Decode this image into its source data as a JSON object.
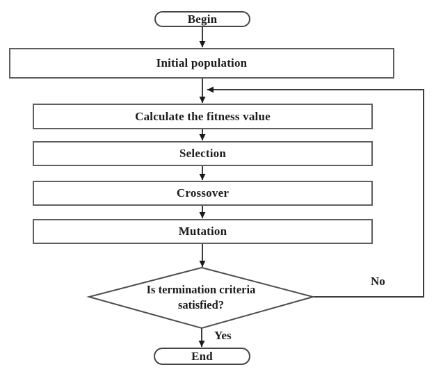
{
  "flowchart": {
    "kind": "flowchart",
    "nodes": {
      "begin": {
        "label": "Begin",
        "shape": "terminator"
      },
      "initial_population": {
        "label": "Initial population",
        "shape": "process"
      },
      "calculate_fitness": {
        "label": "Calculate the fitness value",
        "shape": "process"
      },
      "selection": {
        "label": "Selection",
        "shape": "process"
      },
      "crossover": {
        "label": "Crossover",
        "shape": "process"
      },
      "mutation": {
        "label": "Mutation",
        "shape": "process"
      },
      "termination_decision": {
        "line1": "Is termination criteria",
        "line2": "satisfied?",
        "shape": "decision"
      },
      "end": {
        "label": "End",
        "shape": "terminator"
      }
    },
    "edge_labels": {
      "yes": "Yes",
      "no": "No"
    },
    "colors": {
      "background": "#ffffff",
      "line": "#3d3d3d",
      "box_border": "#5e5e5e",
      "text": "#1c1c1c"
    }
  }
}
